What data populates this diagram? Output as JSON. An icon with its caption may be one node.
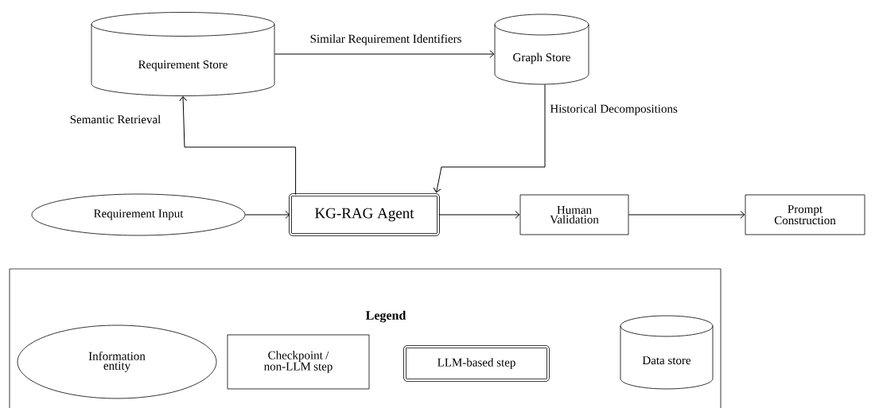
{
  "diagram": {
    "nodes": [
      {
        "text": [
          "Requirement Store"
        ]
      },
      {
        "text": [
          "Graph Store"
        ]
      },
      {
        "text": [
          "Requirement Input"
        ]
      },
      {
        "text": [
          "KG-RAG Agent"
        ]
      },
      {
        "text": [
          "Human Validation"
        ]
      },
      {
        "text": [
          "Prompt Construction"
        ]
      }
    ],
    "edges": [
      {
        "from": 3,
        "to": 0,
        "arrow": "to",
        "label": "Semantic Retrieval"
      },
      {
        "from": 0,
        "to": 1,
        "arrow": "to",
        "label": "Similar Requirement Identifiers"
      },
      {
        "from": 1,
        "to": 3,
        "arrow": "to",
        "label": "Historical Decompositions"
      },
      {
        "from": 2,
        "to": 3,
        "arrow": "to"
      },
      {
        "from": 3,
        "to": 4,
        "arrow": "to"
      },
      {
        "from": 4,
        "to": 5,
        "arrow": "to"
      }
    ],
    "labels": [
      "Legend"
    ],
    "legend": [
      {
        "text": "Information entity"
      },
      {
        "text": "Checkpoint / non-LLM step"
      },
      {
        "text": "LLM-based step"
      },
      {
        "text": "Data store"
      }
    ]
  }
}
